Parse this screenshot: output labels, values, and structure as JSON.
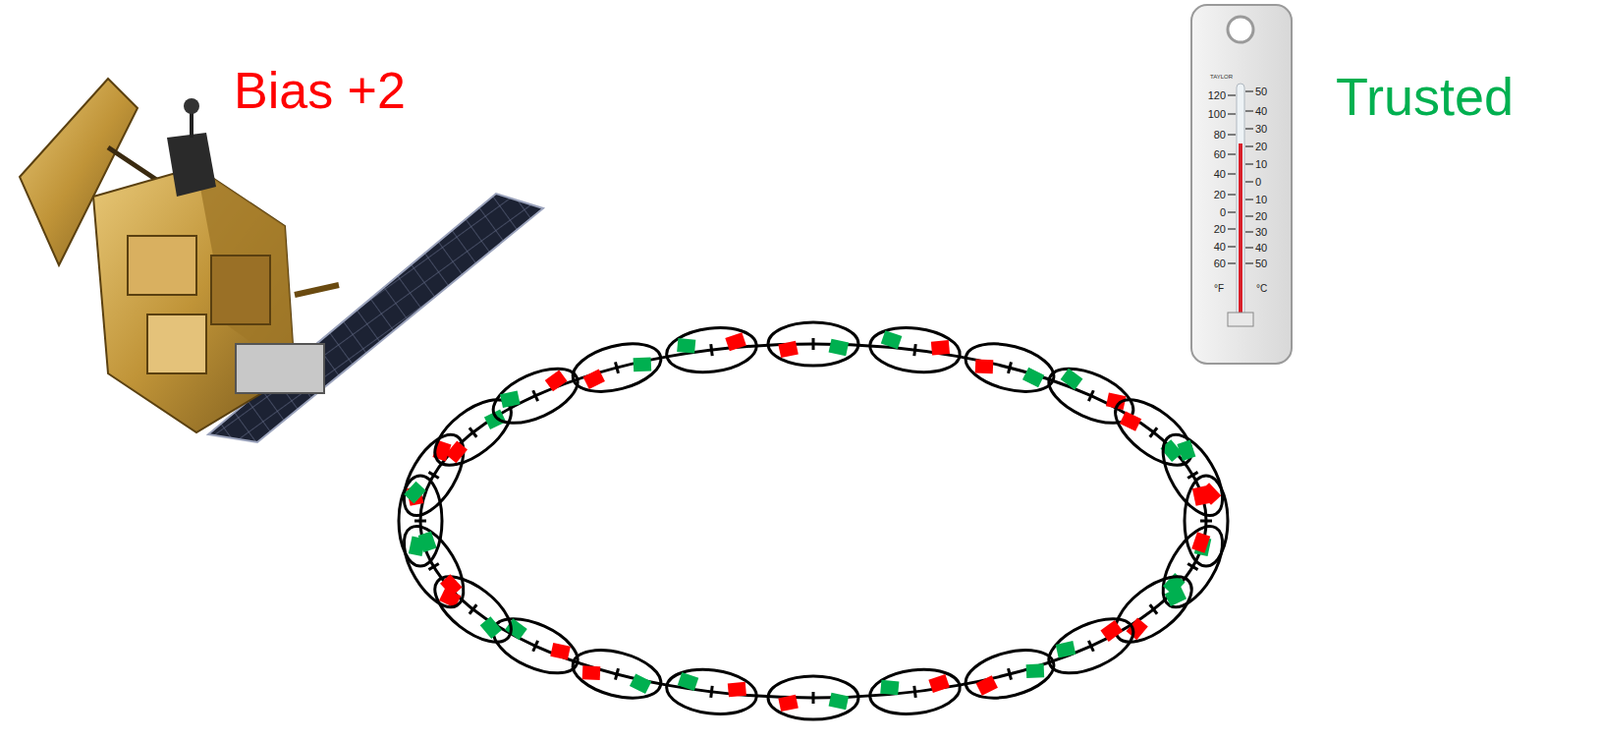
{
  "diagram": {
    "labels": [
      "Bias +2",
      "Trusted",
      "TAYLOR",
      "120",
      "100",
      "80",
      "60",
      "40",
      "20",
      "0",
      "20",
      "40",
      "60",
      "50",
      "40",
      "30",
      "20",
      "10",
      "0",
      "10",
      "20",
      "30",
      "40",
      "50",
      "°F",
      "°C"
    ]
  }
}
